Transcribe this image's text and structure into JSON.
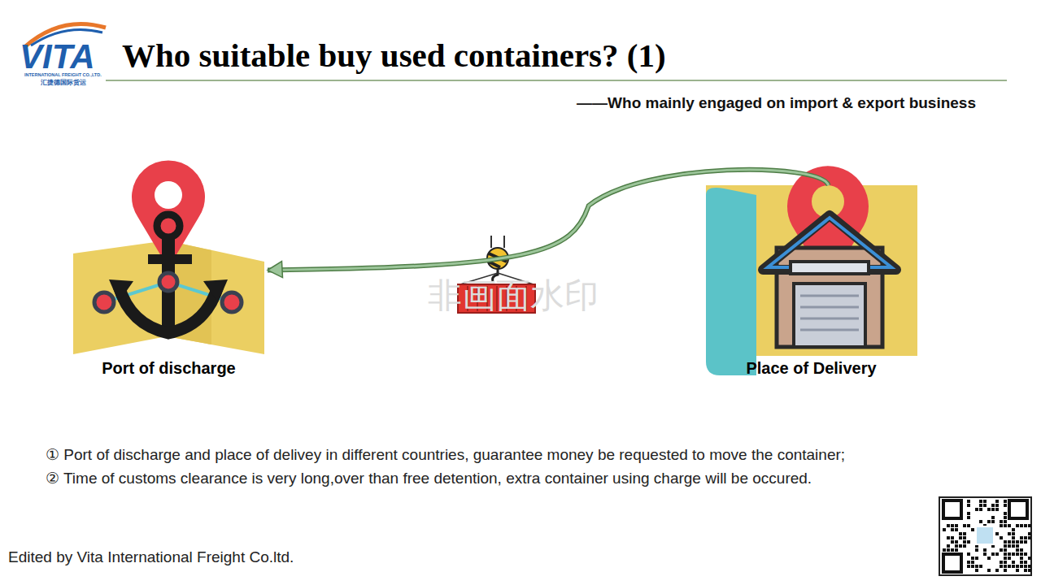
{
  "diagram": {
    "title": "Who suitable buy used containers? (1)",
    "nodes": [
      {
        "text": [
          "Port of discharge"
        ]
      },
      {
        "text": [
          "Place of Delivery"
        ]
      }
    ],
    "edges": [
      {
        "from": 1,
        "to": 0,
        "arrow": "to"
      }
    ],
    "labels": [
      "——Who mainly engaged on import & export business",
      "VITA",
      "INTERNATIONAL FREIGHT CO.,LTD.",
      "汇捷德国际货运",
      "非画面水印",
      "① Port of discharge and place of delivey in different countries, guarantee money be requested to move the container;",
      "② Time of customs clearance is very long,over than free detention, extra container using charge will be occured.",
      "Edited by Vita International Freight Co.ltd."
    ]
  }
}
